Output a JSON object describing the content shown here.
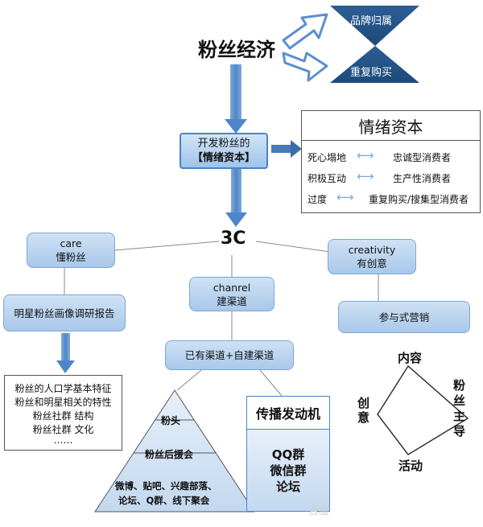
{
  "title": "粉丝经济",
  "hourglass": {
    "top": "品牌归属",
    "bottom": "重复购买"
  },
  "dev_box": {
    "line1": "开发粉丝的",
    "line2": "【情绪资本】"
  },
  "capital": {
    "title": "情绪资本",
    "rows": [
      {
        "left": "死心塌地",
        "right": "忠诚型消费者"
      },
      {
        "left": "积极互动",
        "right": "生产性消费者"
      },
      {
        "left": "过度",
        "right": "重复购买/搜集型消费者"
      }
    ]
  },
  "center": "3C",
  "care": {
    "en": "care",
    "zh": "懂粉丝"
  },
  "channel": {
    "en": "chanrel",
    "zh": "建渠道"
  },
  "creativity": {
    "en": "creativity",
    "zh": "有创意"
  },
  "report": "明星粉丝画像调研报告",
  "features": [
    "粉丝的人口学基本特征",
    "粉丝和明星相关的特性",
    "粉丝社群 结构",
    "粉丝社群 文化",
    "……"
  ],
  "channels_box": "已有渠道+自建渠道",
  "participatory": "参与式营销",
  "pyramid": {
    "top": "粉头",
    "middle": "粉丝后援会",
    "bottom1": "微博、贴吧、兴趣部落、",
    "bottom2": "论坛、Q群、线下聚会"
  },
  "engine": {
    "title": "传播发动机",
    "items": [
      "QQ群",
      "微信群",
      "论坛"
    ]
  },
  "diamond": {
    "top": "内容",
    "left": "创意",
    "right": "粉丝主导",
    "bottom": "活动"
  },
  "watermark": "百度",
  "colors": {
    "arrow_blue": "#5b8fcf",
    "box_fill": "#b9d3ee",
    "line_gray": "#888888"
  }
}
